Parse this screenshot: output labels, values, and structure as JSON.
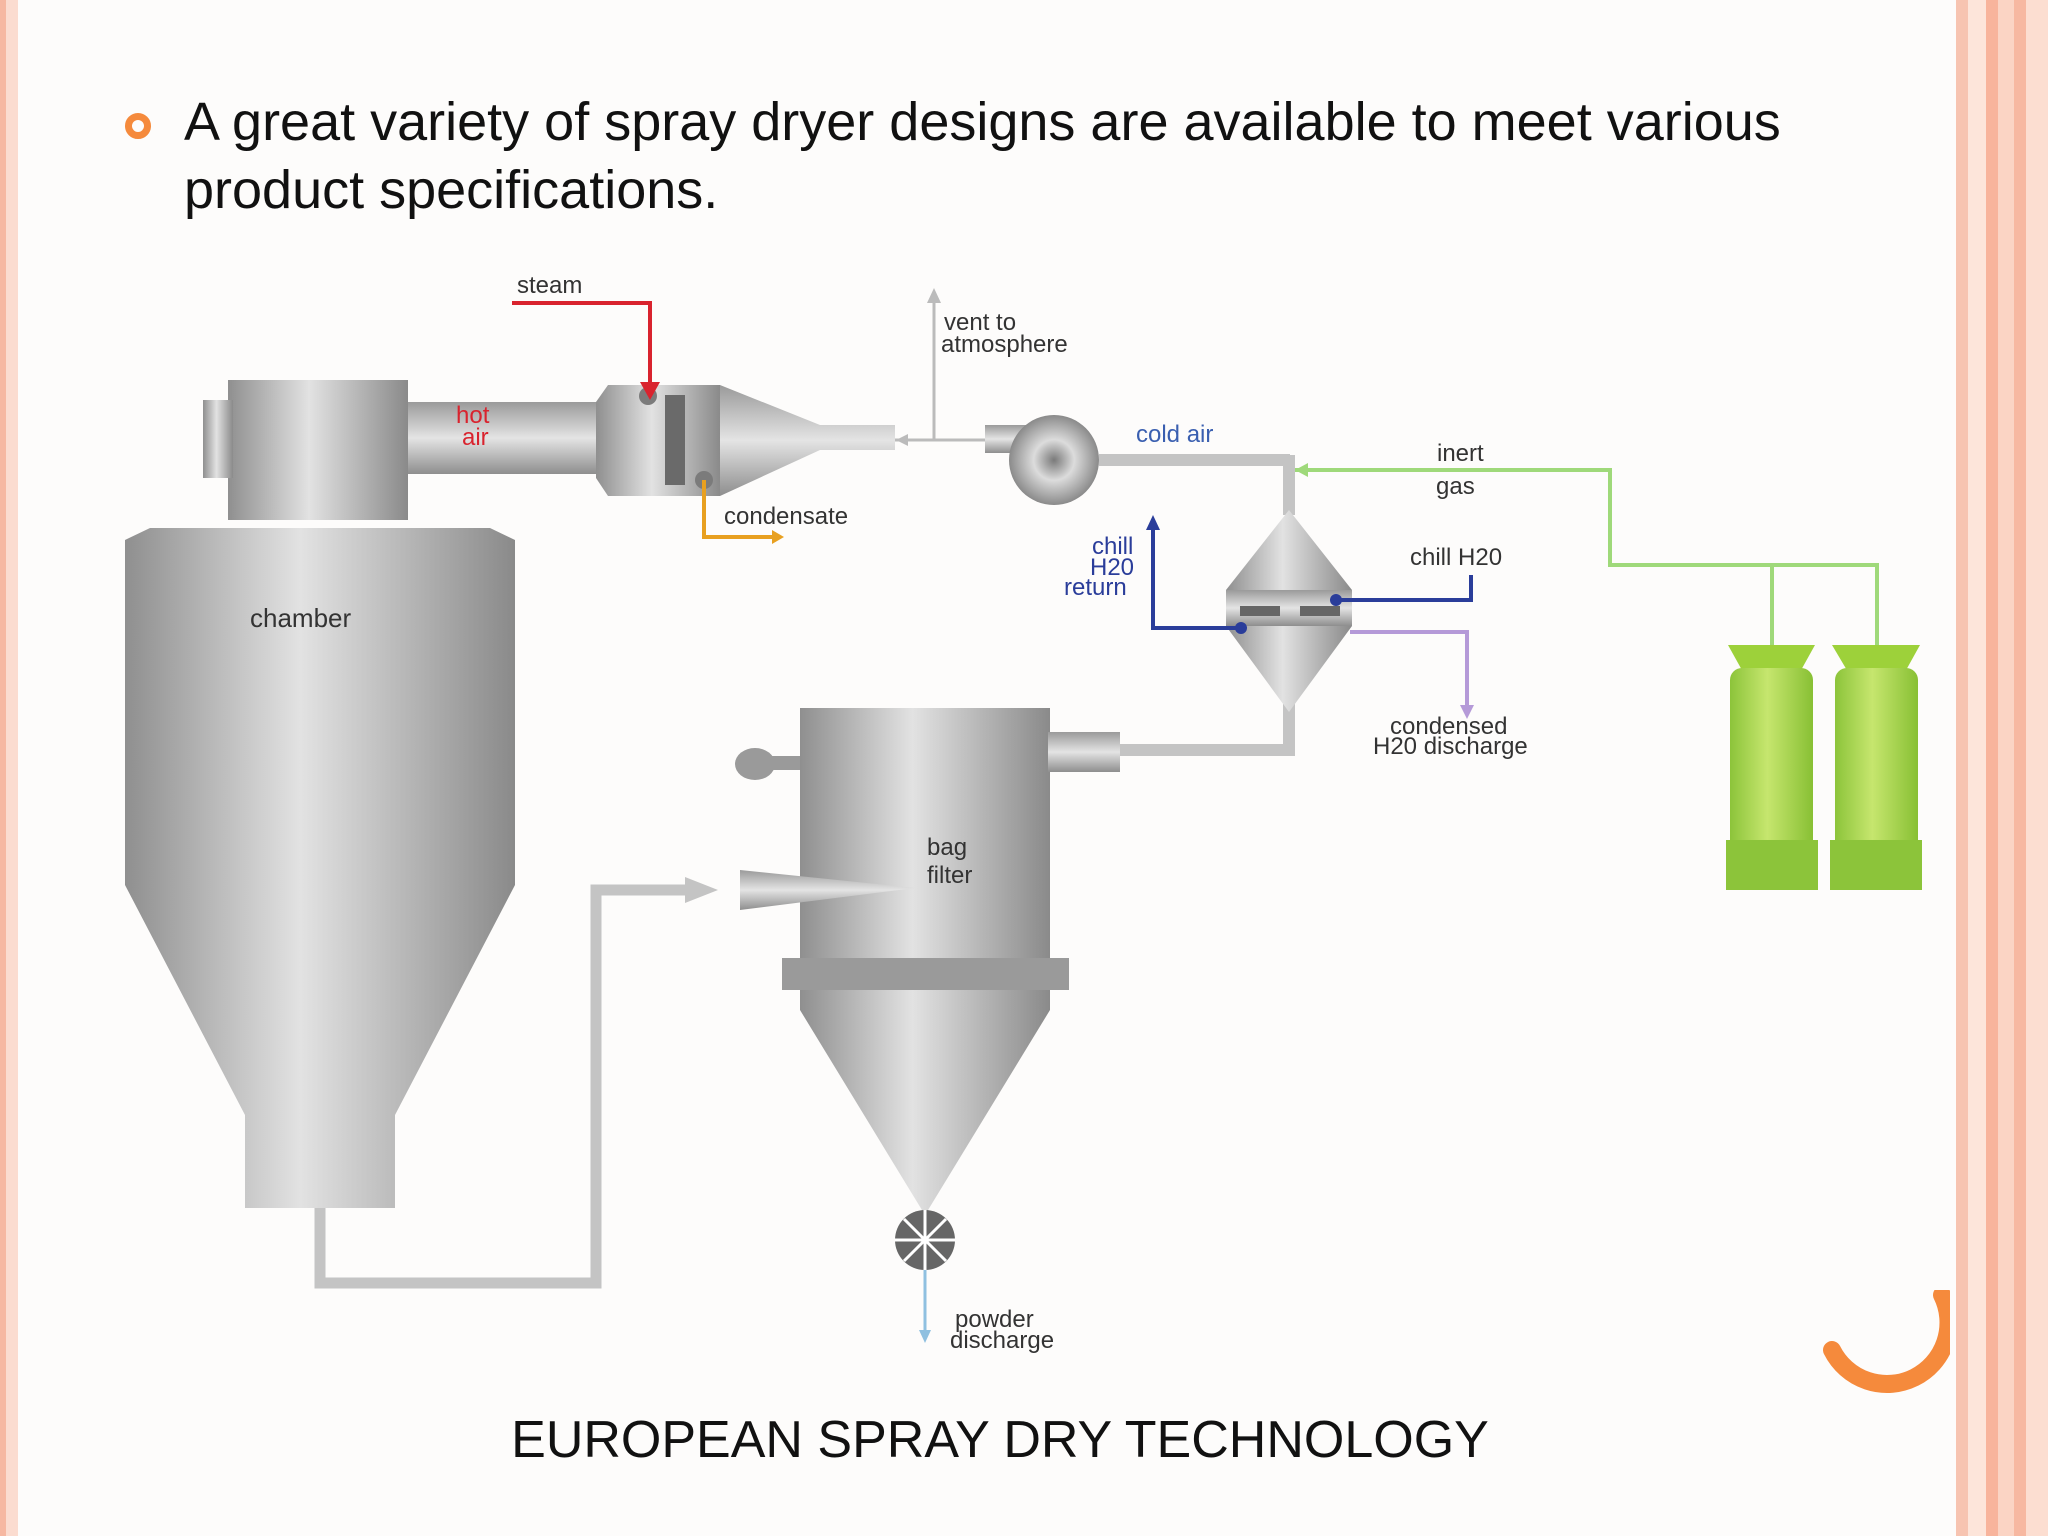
{
  "slide": {
    "bullet_text": "A great variety of spray dryer designs are available to meet various product specifications.",
    "caption": "EUROPEAN SPRAY DRY TECHNOLOGY"
  },
  "labels": {
    "steam": "steam",
    "hot": "hot",
    "air": "air",
    "vent_line1": "vent to",
    "vent_line2": "atmosphere",
    "condensate": "condensate",
    "cold_air": "cold air",
    "inert": "inert",
    "gas": "gas",
    "chill_return_1": "chill",
    "chill_return_2": "H20",
    "chill_return_3": "return",
    "chill_h2o": "chill H20",
    "chamber": "chamber",
    "condensed_1": "condensed",
    "condensed_2": "H20 discharge",
    "bag": "bag",
    "filter": "filter",
    "powder_1": "powder",
    "powder_2": "discharge"
  },
  "colors": {
    "accent": "#f58a3c",
    "steam_line": "#d9232e",
    "condensate_line": "#e8a020",
    "cold_air_text": "#3a5fb0",
    "chill_line": "#2a3d9a",
    "inert_line": "#9fd97a",
    "condensed_line": "#b59ad8",
    "powder_line": "#8fc0e0",
    "cylinder": "#9dd13a"
  }
}
